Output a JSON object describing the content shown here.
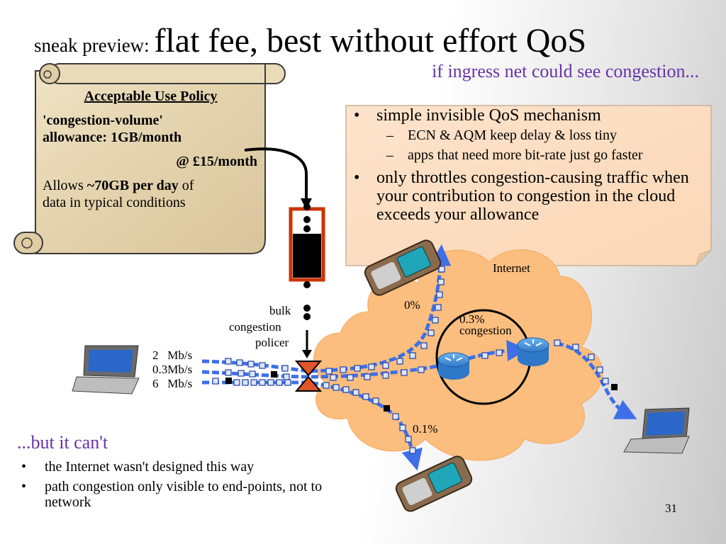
{
  "slide": {
    "title_prefix": "sneak preview: ",
    "title_main": "flat fee, best without effort QoS",
    "subtitle": "if ingress net could see congestion...",
    "page_number": "31"
  },
  "policy": {
    "heading": "Acceptable Use Policy",
    "line1": "'congestion-volume'",
    "line2": "allowance: 1GB/month",
    "price": "@ £15/month",
    "allows_pre": "Allows ",
    "allows_bold": "~70GB per day",
    "allows_post": " of",
    "allows_line2": "data in typical conditions"
  },
  "note": {
    "bullet1": "simple invisible QoS mechanism",
    "sub1": "ECN & AQM keep delay & loss tiny",
    "sub2": "apps that need more bit-rate just go faster",
    "bullet2": "only throttles congestion-causing traffic when your contribution to congestion in the cloud exceeds your allowance"
  },
  "diagram": {
    "cloud_label": "Internet",
    "policer_line1": "bulk",
    "policer_line2": "congestion",
    "policer_line3": "policer",
    "rates": [
      "2   Mb/s",
      "0.3Mb/s",
      "6   Mb/s"
    ],
    "pct_top": "0%",
    "pct_mid": "0.3%",
    "pct_mid_label": "congestion",
    "pct_bottom": "0.1%",
    "colors": {
      "cloud": "#fbbe7e",
      "flow": "#3f6fe8",
      "router": "#3d8fd9",
      "policer": "#e0552a",
      "bucket": "#cc3300"
    },
    "icons": [
      "phone-icon",
      "laptop-icon",
      "router-icon",
      "bucket-icon",
      "policer-icon",
      "scroll-icon"
    ]
  },
  "bottom": {
    "heading": "...but it can't",
    "bullet1": "the Internet wasn't designed this way",
    "bullet2": "path congestion only visible to end-points, not to network"
  }
}
